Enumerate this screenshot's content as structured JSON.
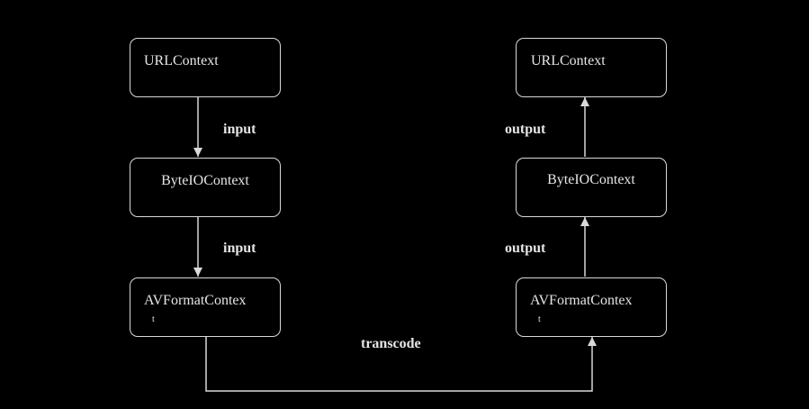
{
  "left": {
    "url_context": "URLContext",
    "byteio_context": "ByteIOContext",
    "avformat_context": "AVFormatContex",
    "avformat_context_tail": "t",
    "edge_label_1": "input",
    "edge_label_2": "input"
  },
  "right": {
    "url_context": "URLContext",
    "byteio_context": "ByteIOContext",
    "avformat_context": "AVFormatContex",
    "avformat_context_tail": "t",
    "edge_label_1": "output",
    "edge_label_2": "output"
  },
  "transcode_label": "transcode",
  "colors": {
    "background": "#000000",
    "stroke": "#d9d9d9",
    "text": "#e6e6e6"
  }
}
